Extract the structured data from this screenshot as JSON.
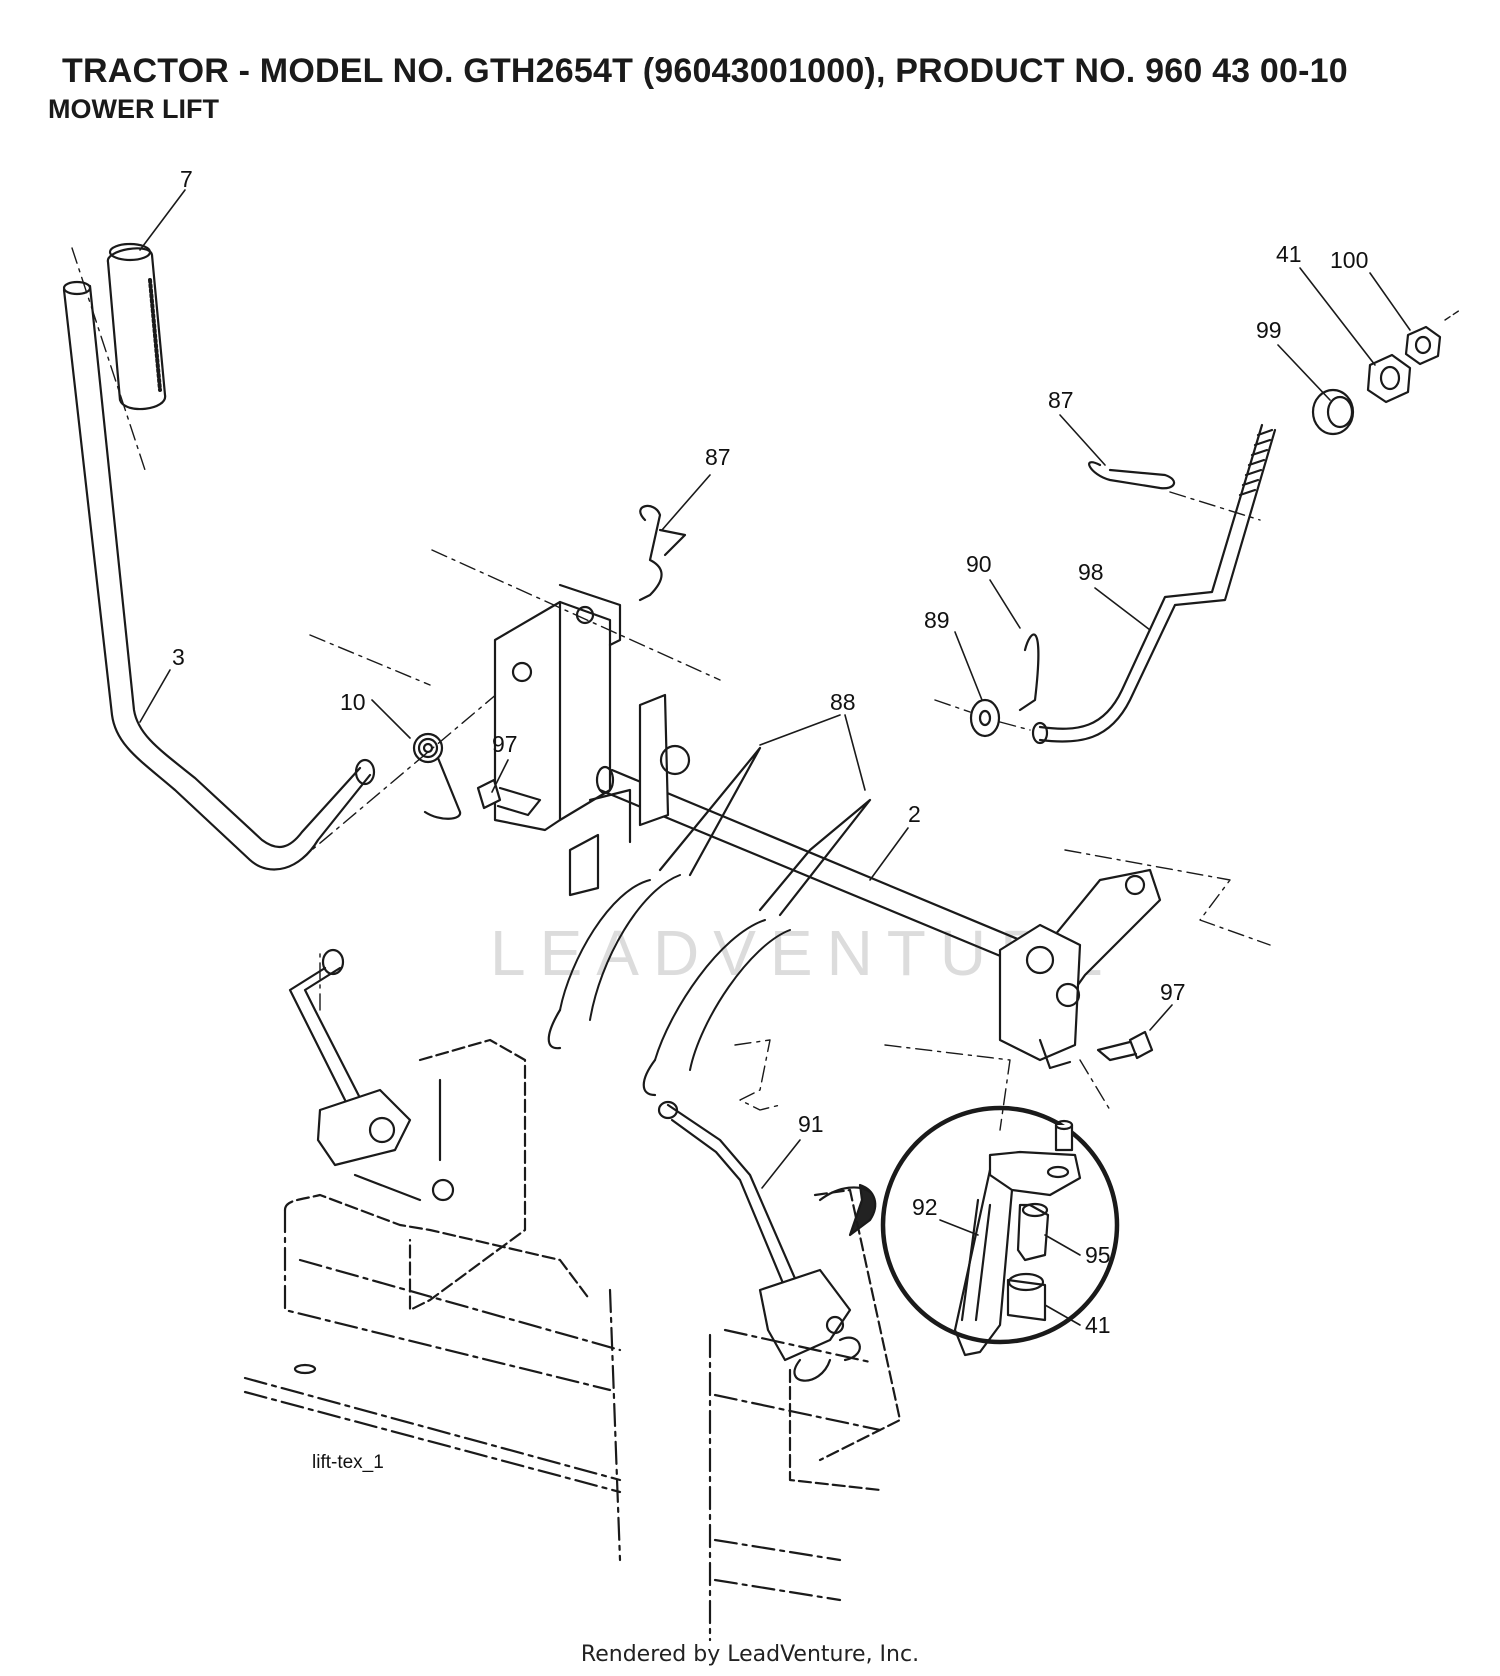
{
  "header": {
    "title": "TRACTOR - MODEL NO. GTH2654T (96043001000), PRODUCT NO. 960 43 00-10",
    "subtitle": "MOWER LIFT"
  },
  "drawing_id": "lift-tex_1",
  "watermark": "LEADVENTURE",
  "footer": "Rendered by LeadVenture, Inc.",
  "callouts": [
    {
      "label": "7"
    },
    {
      "label": "3"
    },
    {
      "label": "10"
    },
    {
      "label": "97"
    },
    {
      "label": "87"
    },
    {
      "label": "88"
    },
    {
      "label": "2"
    },
    {
      "label": "97"
    },
    {
      "label": "91"
    },
    {
      "label": "87"
    },
    {
      "label": "90"
    },
    {
      "label": "89"
    },
    {
      "label": "98"
    },
    {
      "label": "99"
    },
    {
      "label": "41"
    },
    {
      "label": "100"
    },
    {
      "label": "92"
    },
    {
      "label": "95"
    },
    {
      "label": "41"
    }
  ]
}
